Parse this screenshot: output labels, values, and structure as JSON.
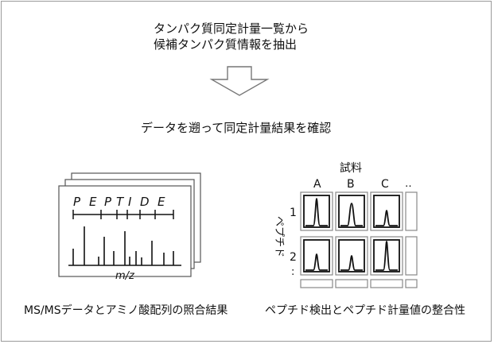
{
  "heading": {
    "line1": "タンパク質同定計量一覧から",
    "line2": "候補タンパク質情報を抽出"
  },
  "conclusion": "データを遡って同定計量結果を確認",
  "spectrum": {
    "peptide_letters": [
      "P",
      "E",
      "P",
      "T",
      "I",
      "D",
      "E"
    ],
    "axis_label": "m/z",
    "caption": "MS/MSデータとアミノ酸配列の照合結果"
  },
  "grid": {
    "title": "試料",
    "columns": [
      "A",
      "B",
      "C",
      "‥"
    ],
    "row_axis_label": "ペプチド",
    "rows": [
      "1",
      "2",
      ":"
    ],
    "caption": "ペプチド検出とペプチド計量値の整合性"
  }
}
